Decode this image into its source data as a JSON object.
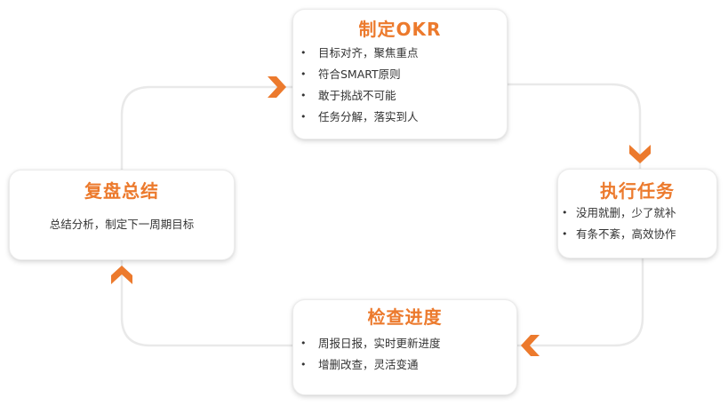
{
  "colors": {
    "accent": "#ec7a2d",
    "connector": "#e9e9e9",
    "text": "#333333"
  },
  "stages": {
    "okr": {
      "title": "制定OKR",
      "items": [
        "目标对齐，聚焦重点",
        "符合SMART原则",
        "敢于挑战不可能",
        "任务分解，落实到人"
      ]
    },
    "execute": {
      "title": "执行任务",
      "items": [
        "没用就删，少了就补",
        "有条不紊，高效协作"
      ]
    },
    "check": {
      "title": "检查进度",
      "items": [
        "周报日报，实时更新进度",
        "增删改查，灵活变通"
      ]
    },
    "review": {
      "title": "复盘总结",
      "text": "总结分析，制定下一周期目标"
    }
  },
  "icons": {
    "arrow_to_okr": "chevron-right-icon",
    "arrow_to_execute": "chevron-down-icon",
    "arrow_to_check": "chevron-left-icon",
    "arrow_to_review": "chevron-up-icon"
  }
}
